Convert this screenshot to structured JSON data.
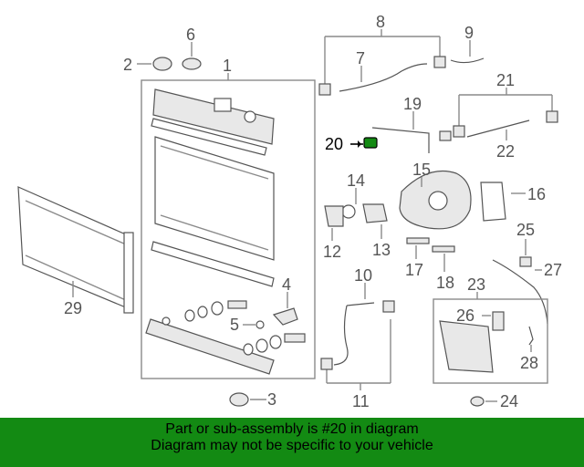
{
  "callouts": [
    "1",
    "2",
    "3",
    "4",
    "5",
    "6",
    "7",
    "8",
    "9",
    "10",
    "11",
    "12",
    "13",
    "14",
    "15",
    "16",
    "17",
    "18",
    "19",
    "20",
    "21",
    "22",
    "23",
    "24",
    "25",
    "26",
    "27",
    "28",
    "29"
  ],
  "highlight_callout": "20",
  "banner": {
    "line1": "Part or sub-assembly is #20 in diagram",
    "line2": "Diagram may not be specific to your vehicle"
  },
  "colors": {
    "banner_bg": "#138a13",
    "highlight_part": "#138a13",
    "line": "#8a8a8a"
  }
}
